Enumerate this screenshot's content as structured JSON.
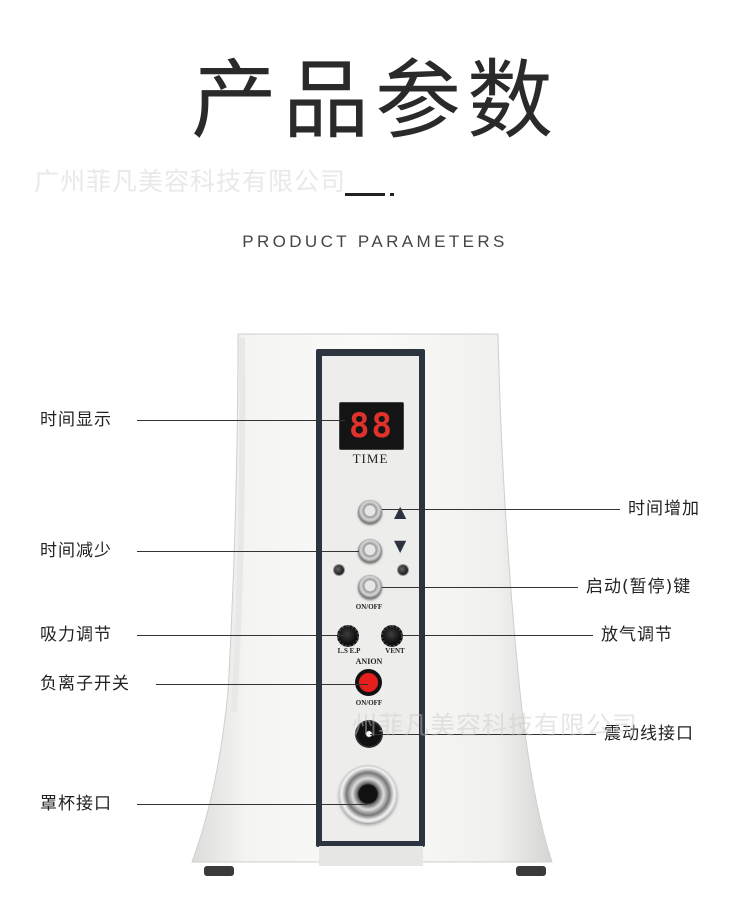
{
  "header": {
    "title": "产品参数",
    "subtitle": "PRODUCT PARAMETERS"
  },
  "watermark": {
    "text": "广州菲凡美容科技有限公司",
    "text_partial": "州菲凡美容科技有限公司"
  },
  "device": {
    "display_value": "88",
    "display_label": "TIME",
    "up_arrow": "▲",
    "down_arrow": "▼",
    "onoff_label": "ON/OFF",
    "knob_left_label": "L.S  E.P",
    "knob_right_label": "VENT",
    "anion_label": "ANION",
    "anion_switch_label": "ON/OFF"
  },
  "callouts": {
    "time_display": "时间显示",
    "time_increase": "时间增加",
    "time_decrease": "时间减少",
    "start_pause_key": "启动(暂停)键",
    "suction_adjust": "吸力调节",
    "vent_adjust": "放气调节",
    "anion_switch": "负离子开关",
    "vibration_port": "震动线接口",
    "cup_port": "罩杯接口"
  },
  "colors": {
    "display_digits": "#e0322b",
    "panel_frame": "#2c3440",
    "anion_button": "#e5201c"
  }
}
